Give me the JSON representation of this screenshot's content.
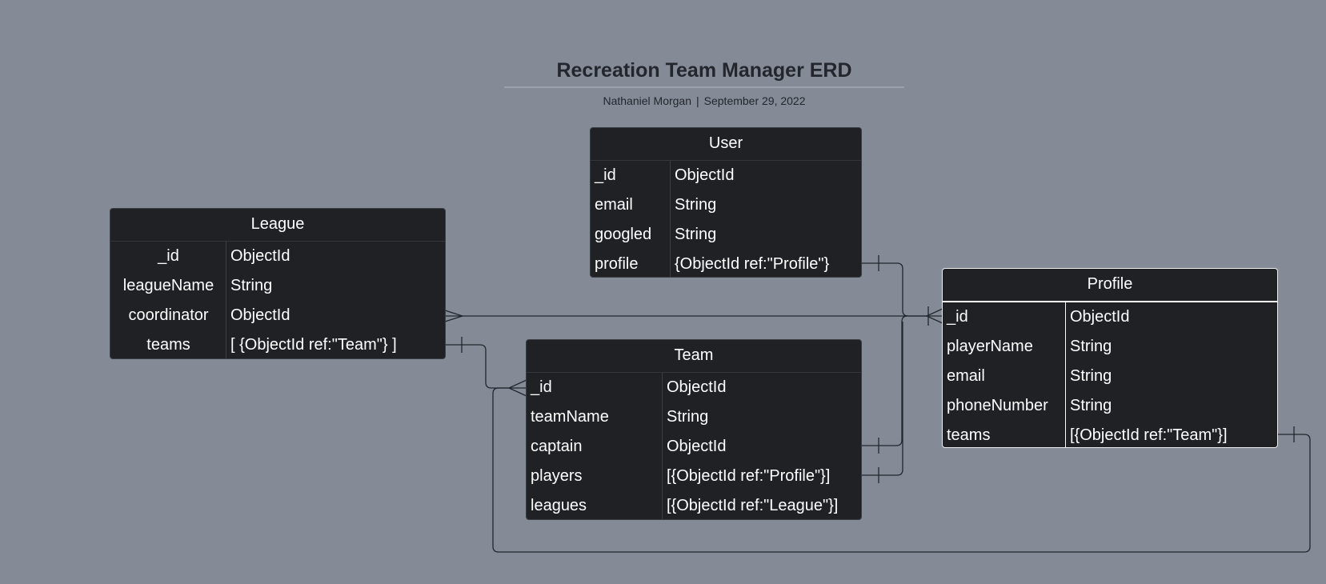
{
  "diagram": {
    "title": "Recreation Team Manager ERD",
    "author": "Nathaniel Morgan",
    "date": "September 29, 2022",
    "entities": {
      "user": {
        "name": "User",
        "fields": [
          {
            "name": "_id",
            "type": "ObjectId"
          },
          {
            "name": "email",
            "type": "String"
          },
          {
            "name": "googled",
            "type": "String"
          },
          {
            "name": "profile",
            "type": "{ObjectId ref:\"Profile\"}"
          }
        ]
      },
      "league": {
        "name": "League",
        "fields": [
          {
            "name": "_id",
            "type": "ObjectId"
          },
          {
            "name": "leagueName",
            "type": "String"
          },
          {
            "name": "coordinator",
            "type": "ObjectId"
          },
          {
            "name": "teams",
            "type": "[ {ObjectId ref:\"Team\"} ]"
          }
        ]
      },
      "team": {
        "name": "Team",
        "fields": [
          {
            "name": "_id",
            "type": "ObjectId"
          },
          {
            "name": "teamName",
            "type": "String"
          },
          {
            "name": "captain",
            "type": "ObjectId"
          },
          {
            "name": "players",
            "type": "[{ObjectId ref:\"Profile\"}]"
          },
          {
            "name": "leagues",
            "type": "[{ObjectId ref:\"League\"}]"
          }
        ]
      },
      "profile": {
        "name": "Profile",
        "fields": [
          {
            "name": "_id",
            "type": "ObjectId"
          },
          {
            "name": "playerName",
            "type": "String"
          },
          {
            "name": "email",
            "type": "String"
          },
          {
            "name": "phoneNumber",
            "type": "String"
          },
          {
            "name": "teams",
            "type": "[{ObjectId ref:\"Team\"}]"
          }
        ]
      }
    },
    "colors": {
      "background": "#848a96",
      "entity_fill": "#1f2125",
      "entity_text": "#ffffff",
      "connector": "#23262d"
    }
  }
}
